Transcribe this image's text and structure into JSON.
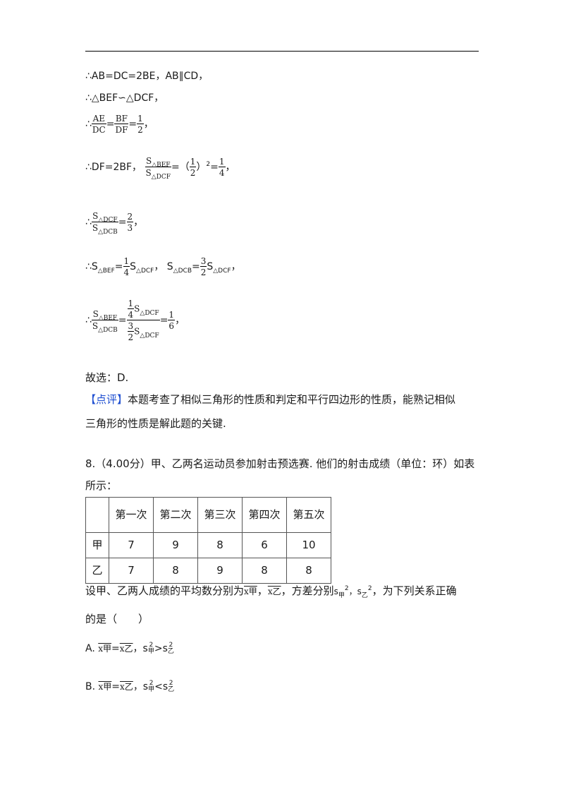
{
  "solution": {
    "line1": "∴AB=DC=2BE，AB∥CD，",
    "line2": "∴△BEF∽△DCF，",
    "line3": {
      "prefix": "∴",
      "f1n": "AE",
      "f1d": "DC",
      "eq1": "=",
      "f2n": "BF",
      "f2d": "DF",
      "eq2": "=",
      "f3n": "1",
      "f3d": "2",
      "suffix": "，"
    },
    "line4": {
      "prefix": "∴DF=2BF，",
      "fn": "S",
      "fn_sub": "△BEF",
      "fd": "S",
      "fd_sub": "△DCF",
      "mid": "=（",
      "hn": "1",
      "hd": "2",
      "close": "）",
      "sq": "2",
      "eq": "=",
      "qn": "1",
      "qd": "4",
      "suffix": "，"
    },
    "line5": {
      "prefix": "∴",
      "fn": "S",
      "fn_sub": "△DCF",
      "fd": "S",
      "fd_sub": "△DCB",
      "eq": "=",
      "vn": "2",
      "vd": "3",
      "suffix": "，"
    },
    "line6": {
      "prefix": "∴S",
      "s1_sub": "△BEF",
      "eq1": "=",
      "an": "1",
      "ad": "4",
      "t1": "S",
      "t1_sub": "△DCF",
      "sep": "， S",
      "s2_sub": "△DCB",
      "eq2": "=",
      "bn": "3",
      "bd": "2",
      "t2": "S",
      "t2_sub": "△DCF",
      "suffix": "，"
    },
    "line7": {
      "prefix": "∴",
      "fn": "S",
      "fn_sub": "△BEF",
      "fd": "S",
      "fd_sub": "△DCB",
      "eq": "=",
      "top_n": "1",
      "top_d": "4",
      "top_s": "S",
      "top_sub": "△DCF",
      "bot_n": "3",
      "bot_d": "2",
      "bot_s": "S",
      "bot_sub": "△DCF",
      "eq2": "=",
      "rn": "1",
      "rd": "6",
      "suffix": "，"
    },
    "answer": "故选：D.",
    "comment_tag": "【点评】",
    "comment_line1": "本题考查了相似三角形的性质和判定和平行四边形的性质，能熟记相似",
    "comment_line2": "三角形的性质是解此题的关键."
  },
  "question": {
    "line1": "8.（4.00分）甲、乙两名运动员参加射击预选赛. 他们的射击成绩（单位：环）如表",
    "line2": "所示：",
    "table": {
      "headers": [
        "",
        "第一次",
        "第二次",
        "第三次",
        "第四次",
        "第五次"
      ],
      "rows": [
        [
          "甲",
          "7",
          "9",
          "8",
          "6",
          "10"
        ],
        [
          "乙",
          "7",
          "8",
          "9",
          "8",
          "8"
        ]
      ]
    },
    "stem1_a": "设甲、乙两人成绩的平均数分别为",
    "xbar_jia": "x甲",
    "comma": "，",
    "xbar_yi": "x乙",
    "stem1_b": "，方差分别",
    "s_jia": "s",
    "s_jia_sub": "甲",
    "s_jia_sup": "2",
    "s_sep": "，s",
    "s_yi_sub": "乙",
    "s_yi_sup": "2",
    "stem1_c": "，为下列关系正确",
    "stem2": "的是（　　）",
    "options": [
      {
        "label": "A.",
        "x1": "x甲",
        "eq": "=",
        "x2": "x乙",
        "mid": "，s",
        "s1_sup": "2",
        "s1_sub": "甲",
        "rel": ">s",
        "s2_sup": "2",
        "s2_sub": "乙"
      },
      {
        "label": "B.",
        "x1": "x甲",
        "eq": "=",
        "x2": "x乙",
        "mid": "，s",
        "s1_sup": "2",
        "s1_sub": "甲",
        "rel": "<s",
        "s2_sup": "2",
        "s2_sub": "乙"
      }
    ]
  },
  "colors": {
    "comment_tag": "#1f4fd1",
    "text": "#1a1a1a"
  }
}
